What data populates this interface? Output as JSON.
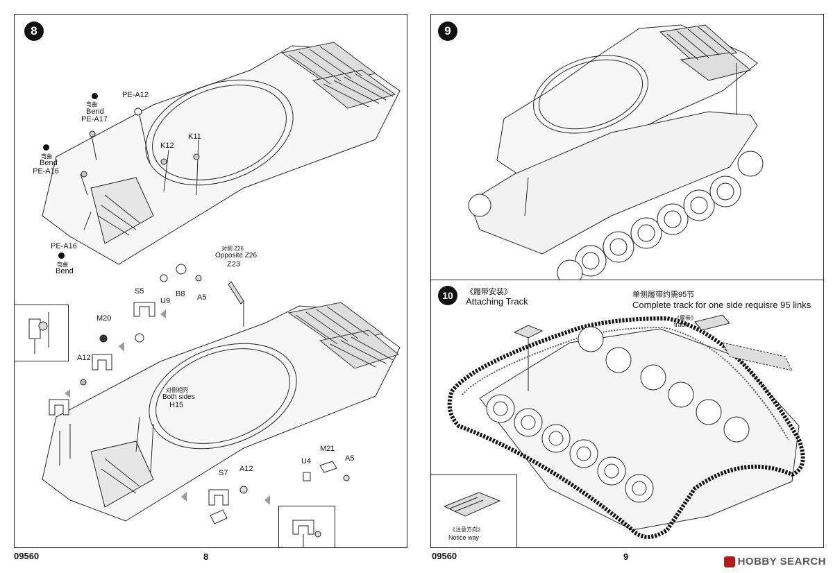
{
  "left_page": {
    "step_number": "8",
    "page_number": "8",
    "catalog_number": "09560",
    "labels": {
      "bend1_cn": "弯曲",
      "bend1_en": "Bend",
      "pe_a17": "PE-A17",
      "pe_a12": "PE-A12",
      "bend2_cn": "弯曲",
      "bend2_en": "Bend",
      "pe_a16_top": "PE-A16",
      "k12": "K12",
      "k11": "K11",
      "pe_a16_bottom": "PE-A16",
      "bend3_cn": "弯曲",
      "bend3_en": "Bend",
      "opp_cn": "对侧 Z26",
      "opp_en": "Opposite Z26",
      "z23": "Z23",
      "u9": "U9",
      "b8": "B8",
      "a5_top": "A5",
      "s5": "S5",
      "m20": "M20",
      "a12_left": "A12",
      "both_cn": "对侧相同",
      "both_en": "Both sides",
      "h15": "H15",
      "m21": "M21",
      "u4": "U4",
      "a5_bottom": "A5",
      "s7": "S7",
      "a12_bottom": "A12"
    }
  },
  "right_page": {
    "step9_number": "9",
    "step10_number": "10",
    "page_number": "9",
    "catalog_number": "09560",
    "attaching_cn": "《履带安装》",
    "attaching_en": "Attaching Track",
    "links_cn": "单侧履带约需95节",
    "links_en": "Complete track for one side requisre 95 links",
    "track_cn": "《履带》",
    "track_en": "track",
    "notice_cn": "《注意方向》",
    "notice_en": "Notice way"
  },
  "watermark": "HOBBY SEARCH"
}
